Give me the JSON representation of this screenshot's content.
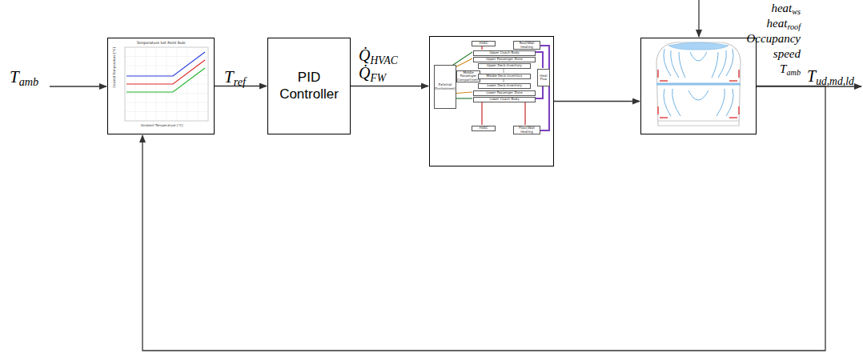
{
  "diagram": {
    "nodes": [
      {
        "text": [
          "Temperature Set Point Rule"
        ]
      },
      {
        "text": [
          "PID Controller"
        ]
      },
      {
        "text": []
      },
      {
        "text": []
      },
      {
        "text": [
          "External Environment"
        ],
        "in": 2
      },
      {
        "text": [
          "HVAC"
        ],
        "in": 2
      },
      {
        "text": [
          "Roof/Wall Heating"
        ],
        "in": 2
      },
      {
        "text": [
          "Upper Coach Body"
        ],
        "in": 2
      },
      {
        "text": [
          "Upper Passenger Zone"
        ],
        "in": 2
      },
      {
        "text": [
          "Upper Deck Inventory"
        ],
        "in": 2
      },
      {
        "text": [
          "Middle Passenger Compartment"
        ],
        "in": 2
      },
      {
        "text": [
          "Middle Deck Inventory"
        ],
        "in": 2
      },
      {
        "text": [
          "Lower Deck Inventory"
        ],
        "in": 2
      },
      {
        "text": [
          "Lower Passenger Zone"
        ],
        "in": 2
      },
      {
        "text": [
          "Lower Coach Body"
        ],
        "in": 2
      },
      {
        "text": [
          "HVAC"
        ],
        "in": 2
      },
      {
        "text": [
          "Floor/Wall Heating"
        ],
        "in": 2
      },
      {
        "text": [
          "Heat Flux"
        ],
        "in": 2
      }
    ],
    "edges": [
      {
        "from": 0,
        "to": 1,
        "arrow": "to"
      },
      {
        "from": 1,
        "to": 2,
        "arrow": "to"
      },
      {
        "from": 2,
        "to": 3,
        "arrow": "to"
      },
      {
        "from": 3,
        "to": 0,
        "arrow": "to"
      }
    ],
    "labels": [
      "Tamb",
      "Tref",
      "Q̇HVAC",
      "Q̇FW",
      "heatws",
      "heatroof",
      "Occupancy",
      "speed",
      "Tamb",
      "Tud,md,ld",
      "Ambient Temperature [°C]",
      "Desired Temperature [°C]"
    ]
  }
}
